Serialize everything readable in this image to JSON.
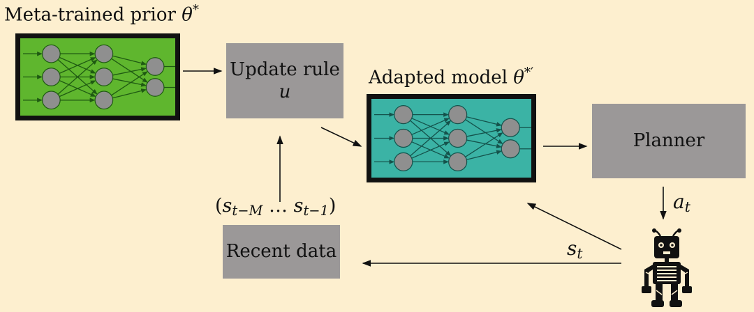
{
  "title_prior": {
    "text": "Meta-trained prior ",
    "symbol": "θ",
    "sup": "*"
  },
  "title_adapted": {
    "text": "Adapted model ",
    "symbol": "θ",
    "sup": "*′"
  },
  "update_rule": {
    "line1": "Update rule",
    "line2": "u"
  },
  "planner": {
    "label": "Planner"
  },
  "recent_data": {
    "label": "Recent data"
  },
  "data_window": {
    "open": "(",
    "s1": "s",
    "s1_sub": "t−M",
    "dots": " … ",
    "s2": "s",
    "s2_sub": "t−1",
    "close": ")"
  },
  "action_label": {
    "symbol": "a",
    "sub": "t"
  },
  "state_label": {
    "symbol": "s",
    "sub": "t"
  },
  "colors": {
    "background": "#fdefcf",
    "prior_net": "#5fb62e",
    "adapted_net": "#3bb3a5",
    "box": "#9b9898",
    "node": "#8f8f8f",
    "robot": "#111111"
  },
  "network": {
    "layers": [
      3,
      3,
      2
    ]
  }
}
